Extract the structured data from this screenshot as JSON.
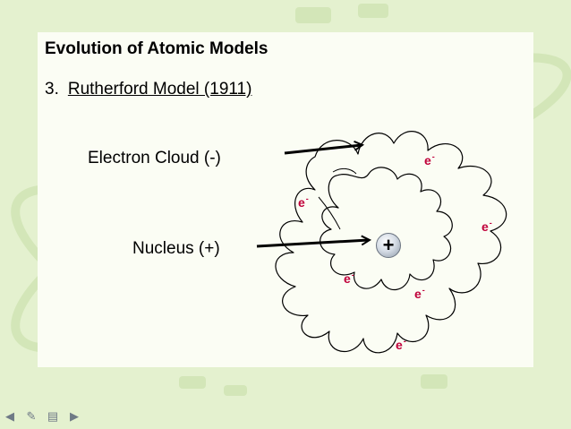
{
  "title": "Evolution of Atomic Models",
  "subtitle": {
    "number": "3.",
    "text": "Rutherford Model (1911)"
  },
  "labels": {
    "electron_cloud": "Electron Cloud (-)",
    "nucleus": "Nucleus (+)"
  },
  "nucleus_symbol": "+",
  "electron": {
    "symbol": "e",
    "charge": "-"
  },
  "colors": {
    "electron": "#c0003a",
    "background": "#e4f1cf",
    "slide": "#fbfdf4"
  },
  "nav": [
    "prev-icon",
    "pen-icon",
    "menu-icon",
    "next-icon"
  ]
}
